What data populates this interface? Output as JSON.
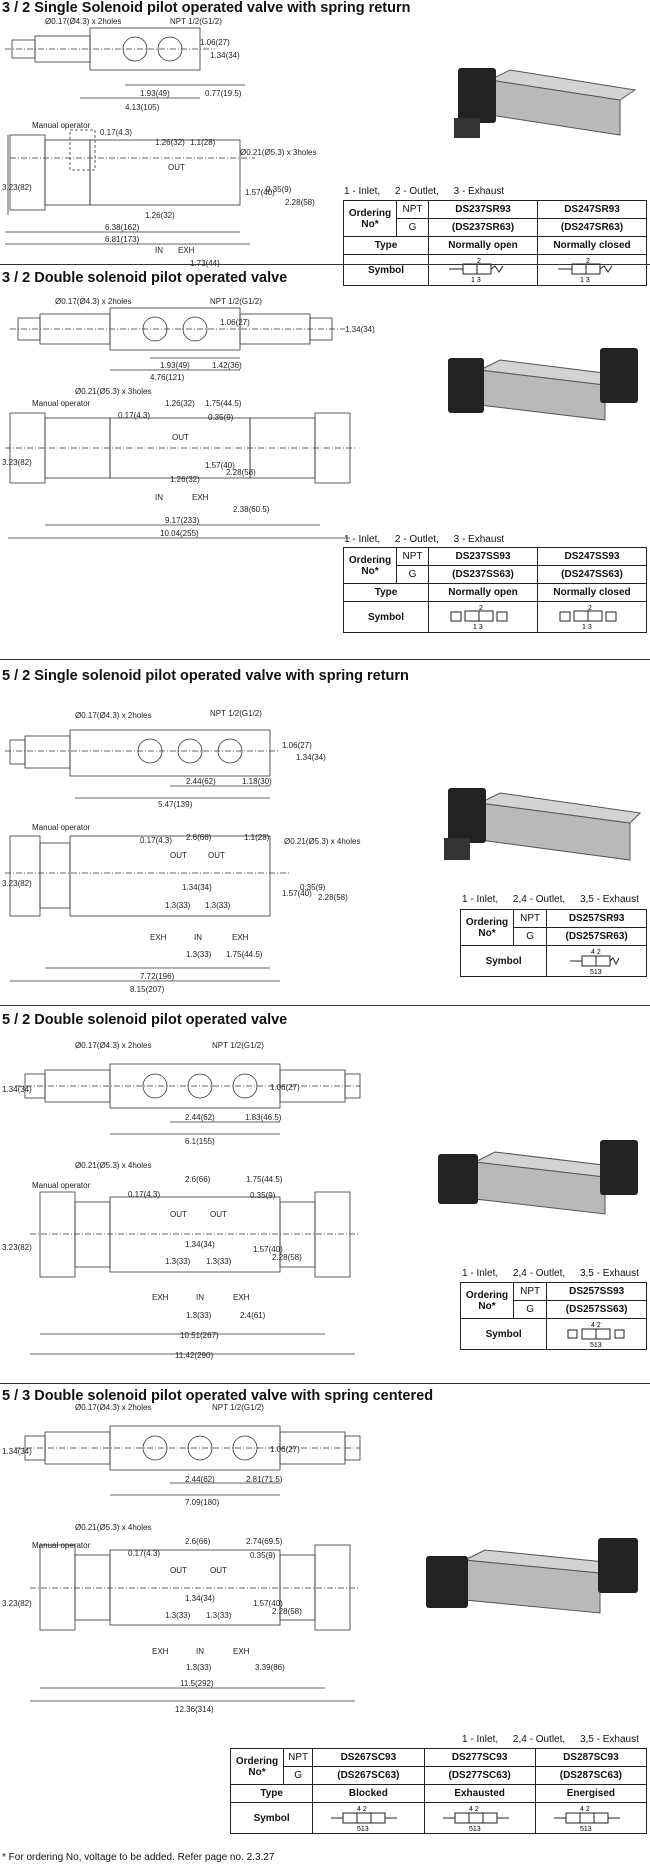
{
  "sections": [
    {
      "title": "3 / 2 Single Solenoid pilot operated valve with spring return",
      "legend": [
        "1 - Inlet,",
        "2 - Outlet,",
        "3 - Exhaust"
      ],
      "table": {
        "ordering_label": "Ordering No*",
        "npt_label": "NPT",
        "g_label": "G",
        "npt": [
          "DS237SR93",
          "DS247SR93"
        ],
        "g": [
          "(DS237SR63)",
          "(DS247SR63)"
        ],
        "type_label": "Type",
        "types": [
          "Normally open",
          "Normally closed"
        ],
        "symbol_label": "Symbol"
      },
      "dims_top": [
        "Ø0.17(Ø4.3) x 2holes",
        "NPT 1/2(G1/2)",
        "1.06(27)",
        "1.34(34)",
        "1.93(49)",
        "0.77(19.5)",
        "4.13(105)"
      ],
      "dims_bottom": [
        "Manual operator",
        "0.17(4.3)",
        "1.26(32)",
        "1.1(28)",
        "Ø0.21(Ø5.3) x 3holes",
        "OUT",
        "3.23(82)",
        "1.26(32)",
        "1.57(40)",
        "0.35(9)",
        "2.28(58)",
        "IN",
        "EXH",
        "1.73(44)",
        "6.38(162)",
        "6.81(173)"
      ]
    },
    {
      "title": "3 / 2 Double solenoid pilot operated valve",
      "legend": [
        "1 - Inlet,",
        "2 - Outlet,",
        "3 - Exhaust"
      ],
      "table": {
        "ordering_label": "Ordering No*",
        "npt_label": "NPT",
        "g_label": "G",
        "npt": [
          "DS237SS93",
          "DS247SS93"
        ],
        "g": [
          "(DS237SS63)",
          "(DS247SS63)"
        ],
        "type_label": "Type",
        "types": [
          "Normally open",
          "Normally closed"
        ],
        "symbol_label": "Symbol"
      },
      "dims_top": [
        "Ø0.17(Ø4.3) x 2holes",
        "NPT 1/2(G1/2)",
        "1.06(27)",
        "1.34(34)",
        "1.93(49)",
        "1.42(36)",
        "4.76(121)"
      ],
      "dims_bottom": [
        "Ø0.21(Ø5.3) x 3holes",
        "Manual operator",
        "0.17(4.3)",
        "1.26(32)",
        "1.75(44.5)",
        "0.35(9)",
        "OUT",
        "3.23(82)",
        "1.26(32)",
        "1.57(40)",
        "2.28(58)",
        "IN",
        "EXH",
        "2.38(60.5)",
        "9.17(233)",
        "10.04(255)"
      ]
    },
    {
      "title": "5 / 2 Single solenoid pilot operated valve with spring return",
      "legend": [
        "1 - Inlet,",
        "2,4 - Outlet,",
        "3,5 - Exhaust"
      ],
      "table": {
        "ordering_label": "Ordering No*",
        "npt_label": "NPT",
        "g_label": "G",
        "npt": [
          "DS257SR93"
        ],
        "g": [
          "(DS257SR63)"
        ],
        "symbol_label": "Symbol"
      },
      "dims_top": [
        "Ø0.17(Ø4.3) x 2holes",
        "NPT 1/2(G1/2)",
        "1.06(27)",
        "1.34(34)",
        "2.44(62)",
        "1.18(30)",
        "5.47(139)"
      ],
      "dims_bottom": [
        "Manual operator",
        "0.17(4.3)",
        "2.6(66)",
        "1.1(28)",
        "Ø0.21(Ø5.3) x 4holes",
        "OUT",
        "OUT",
        "3.23(82)",
        "1.34(34)",
        "1.57(40)",
        "0.35(9)",
        "2.28(58)",
        "1.3(33)",
        "1.3(33)",
        "EXH",
        "IN",
        "EXH",
        "1.3(33)",
        "1.75(44.5)",
        "7.72(196)",
        "8.15(207)"
      ]
    },
    {
      "title": "5 / 2 Double solenoid pilot operated valve",
      "legend": [
        "1 - Inlet,",
        "2,4 - Outlet,",
        "3,5 - Exhaust"
      ],
      "table": {
        "ordering_label": "Ordering No*",
        "npt_label": "NPT",
        "g_label": "G",
        "npt": [
          "DS257SS93"
        ],
        "g": [
          "(DS257SS63)"
        ],
        "symbol_label": "Symbol"
      },
      "dims_top": [
        "Ø0.17(Ø4.3) x 2holes",
        "NPT 1/2(G1/2)",
        "1.34(34)",
        "1.06(27)",
        "2.44(62)",
        "1.83(46.5)",
        "6.1(155)"
      ],
      "dims_bottom": [
        "Ø0.21(Ø5.3) x 4holes",
        "Manual operator",
        "0.17(4.3)",
        "2.6(66)",
        "1.75(44.5)",
        "0.35(9)",
        "OUT",
        "OUT",
        "3.23(82)",
        "1.34(34)",
        "1.57(40)",
        "2.28(58)",
        "1.3(33)",
        "1.3(33)",
        "EXH",
        "IN",
        "EXH",
        "1.3(33)",
        "2.4(61)",
        "10.51(267)",
        "11.42(290)"
      ]
    },
    {
      "title": "5 / 3 Double solenoid pilot operated valve with spring centered",
      "legend": [
        "1 - Inlet,",
        "2,4 - Outlet,",
        "3,5 - Exhaust"
      ],
      "table": {
        "ordering_label": "Ordering No*",
        "npt_label": "NPT",
        "g_label": "G",
        "npt": [
          "DS267SC93",
          "DS277SC93",
          "DS287SC93"
        ],
        "g": [
          "(DS267SC63)",
          "(DS277SC63)",
          "(DS287SC63)"
        ],
        "type_label": "Type",
        "types": [
          "Blocked",
          "Exhausted",
          "Energised"
        ],
        "symbol_label": "Symbol"
      },
      "dims_top": [
        "Ø0.17(Ø4.3) x 2holes",
        "NPT 1/2(G1/2)",
        "1.34(34)",
        "1.06(27)",
        "2.44(62)",
        "2.81(71.5)",
        "7.09(180)"
      ],
      "dims_bottom": [
        "Ø0.21(Ø5.3) x 4holes",
        "Manual operator",
        "0.17(4.3)",
        "2.6(66)",
        "2.74(69.5)",
        "0.35(9)",
        "OUT",
        "OUT",
        "3.23(82)",
        "1.34(34)",
        "1.57(40)",
        "2.28(58)",
        "1.3(33)",
        "1.3(33)",
        "EXH",
        "IN",
        "EXH",
        "1.3(33)",
        "3.39(86)",
        "11.5(292)",
        "12.36(314)"
      ]
    }
  ],
  "symbol_port_labels": {
    "two_way": [
      "2",
      "1 3"
    ],
    "five_way": [
      "4 2",
      "513"
    ]
  },
  "footnote": "* For ordering No, voltage to be added. Refer page no. 2.3.27"
}
